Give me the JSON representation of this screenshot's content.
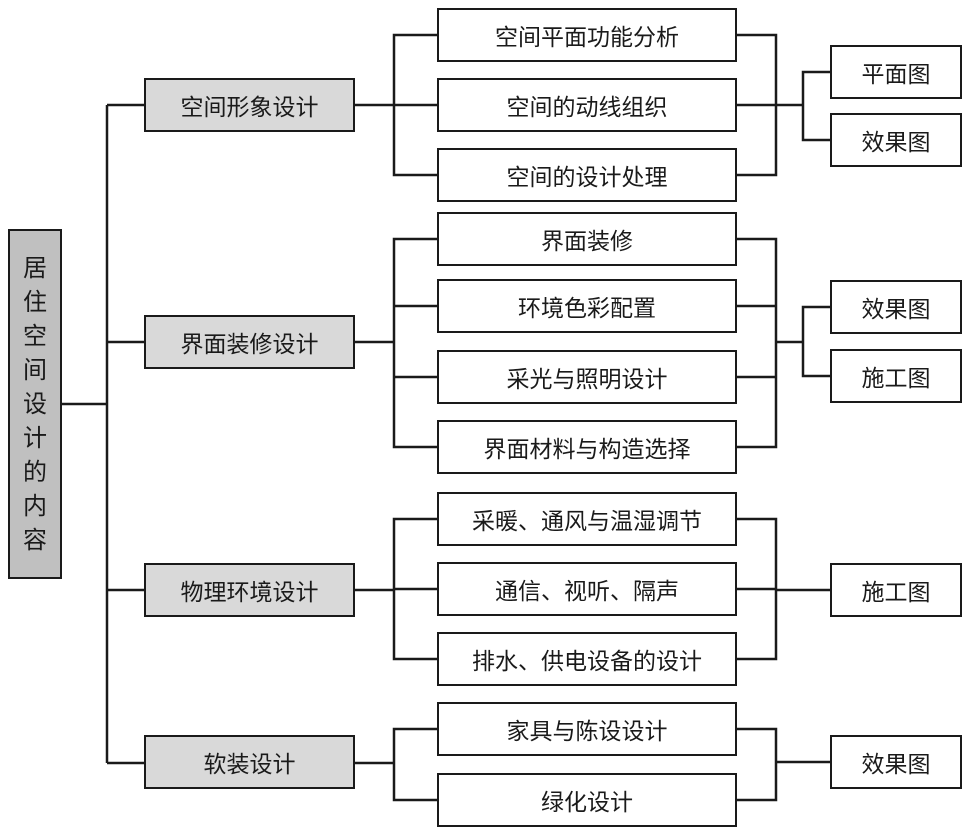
{
  "diagram": {
    "root": {
      "label": "居住空间设计的内容",
      "chars": [
        "居",
        "住",
        "空",
        "间",
        "设",
        "计",
        "的",
        "内",
        "容"
      ]
    },
    "categories": [
      {
        "label": "空间形象设计",
        "items": [
          "空间平面功能分析",
          "空间的动线组织",
          "空间的设计处理"
        ],
        "outputs": [
          "平面图",
          "效果图"
        ]
      },
      {
        "label": "界面装修设计",
        "items": [
          "界面装修",
          "环境色彩配置",
          "采光与照明设计",
          "界面材料与构造选择"
        ],
        "outputs": [
          "效果图",
          "施工图"
        ]
      },
      {
        "label": "物理环境设计",
        "items": [
          "采暖、通风与温湿调节",
          "通信、视听、隔声",
          "排水、供电设备的设计"
        ],
        "outputs": [
          "施工图"
        ]
      },
      {
        "label": "软装设计",
        "items": [
          "家具与陈设设计",
          "绿化设计"
        ],
        "outputs": [
          "效果图"
        ]
      }
    ],
    "colors": {
      "root_fill": "#c0c0c0",
      "category_fill": "#d9d9d9",
      "leaf_fill": "#ffffff",
      "line": "#1a1a1a"
    }
  }
}
